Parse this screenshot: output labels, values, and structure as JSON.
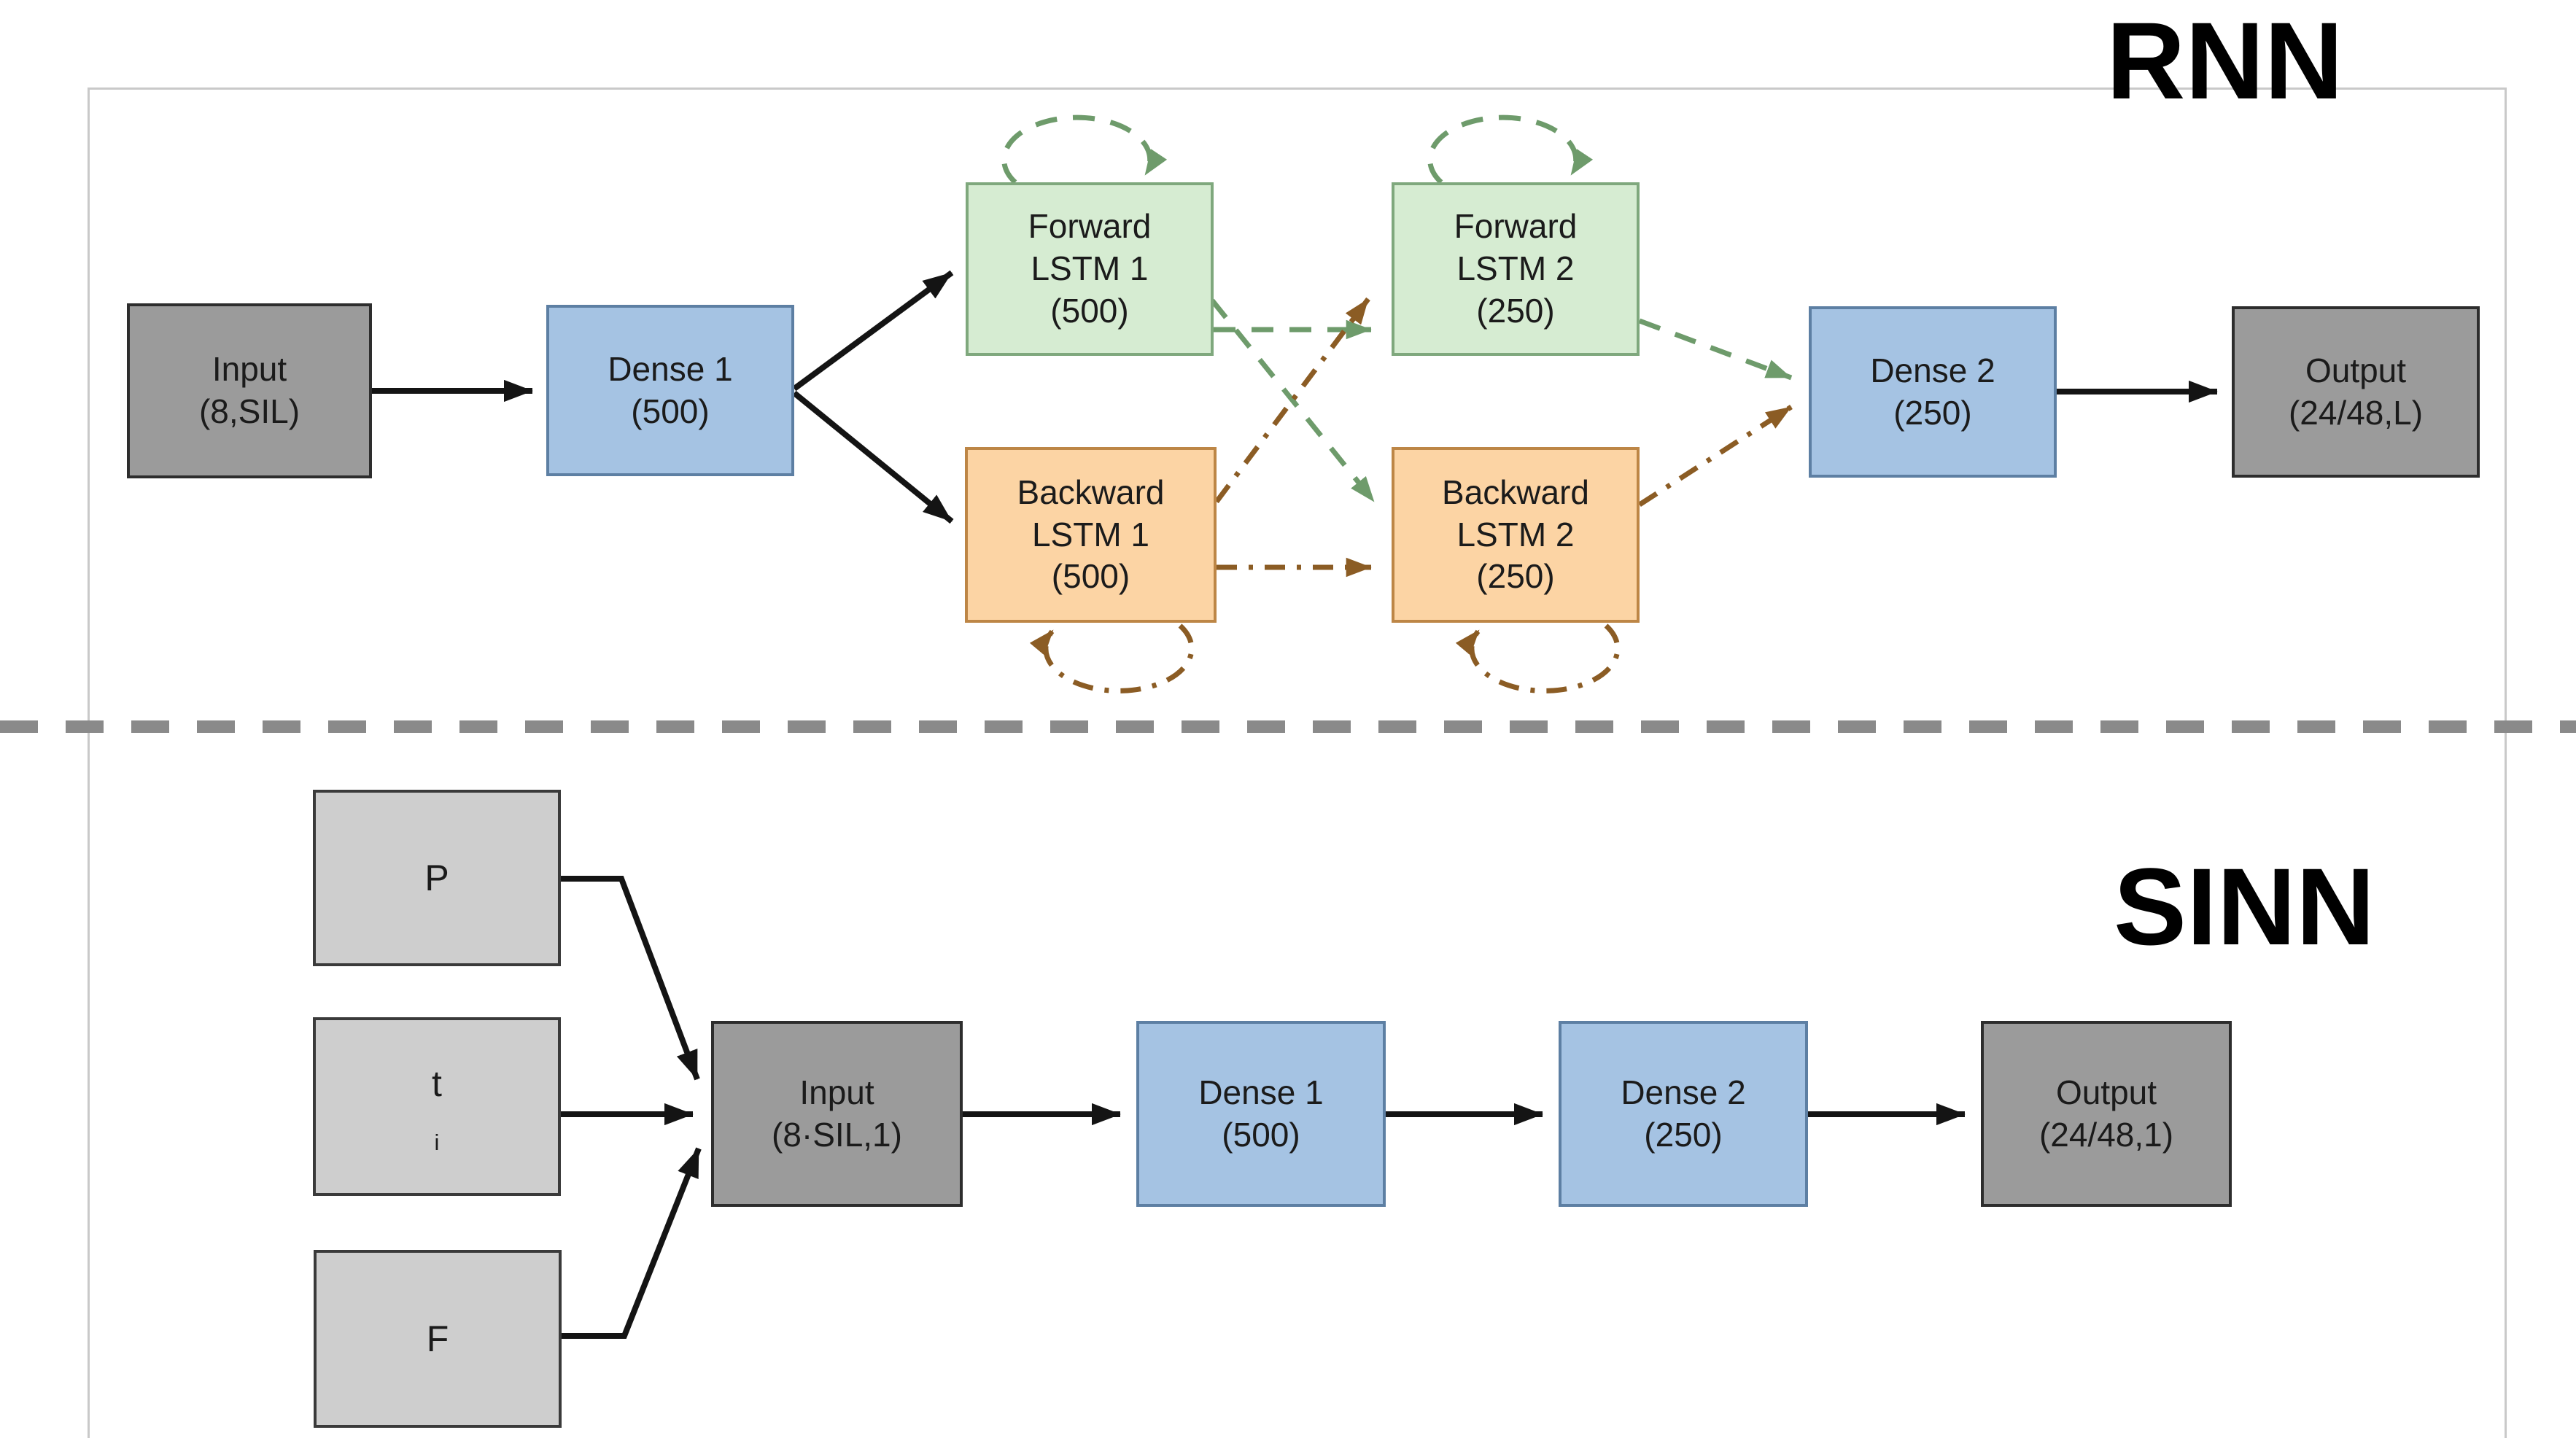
{
  "titles": {
    "rnn": "RNN",
    "sinn": "SINN"
  },
  "rnn": {
    "input": {
      "line1": "Input",
      "line2": "(8,SIL)"
    },
    "dense1": {
      "line1": "Dense 1",
      "line2": "(500)"
    },
    "forward_lstm1": {
      "line1": "Forward",
      "line2": "LSTM 1",
      "line3": "(500)"
    },
    "backward_lstm1": {
      "line1": "Backward",
      "line2": "LSTM 1",
      "line3": "(500)"
    },
    "forward_lstm2": {
      "line1": "Forward",
      "line2": "LSTM 2",
      "line3": "(250)"
    },
    "backward_lstm2": {
      "line1": "Backward",
      "line2": "LSTM 2",
      "line3": "(250)"
    },
    "dense2": {
      "line1": "Dense 2",
      "line2": "(250)"
    },
    "output": {
      "line1": "Output",
      "line2": "(24/48,L)"
    }
  },
  "sinn": {
    "p": {
      "label": "P"
    },
    "ti": {
      "base": "t",
      "subscript": "i"
    },
    "f": {
      "label": "F"
    },
    "input": {
      "line1": "Input",
      "line2": "(8·SIL,1)"
    },
    "dense1": {
      "line1": "Dense 1",
      "line2": "(500)"
    },
    "dense2": {
      "line1": "Dense 2",
      "line2": "(250)"
    },
    "output": {
      "line1": "Output",
      "line2": "(24/48,1)"
    }
  },
  "colors": {
    "background": "#ffffff",
    "frame_border": "#c9c9c9",
    "divider_dash": "#8a8a8a",
    "gray_fill": "#9b9b9b",
    "light_gray_fill": "#cecece",
    "blue_fill": "#a5c3e3",
    "blue_border": "#5d7fa3",
    "green_fill": "#d6ecd2",
    "green_border": "#7fa87d",
    "orange_fill": "#fcd4a4",
    "orange_border": "#bd8646",
    "black_arrow": "#141414",
    "green_arrow": "#6e9b6b",
    "brown_arrow": "#8b5c24"
  }
}
